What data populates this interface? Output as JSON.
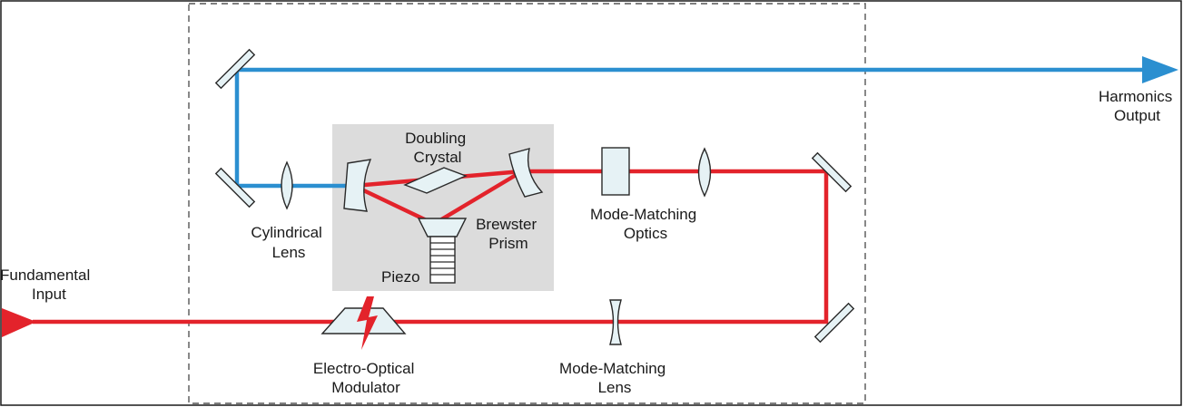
{
  "colors": {
    "fundamental_beam": "#e3232b",
    "harmonic_beam": "#2b8fd0",
    "enclosure_border": "#555555",
    "cavity_box": "#dcdcdc",
    "optic_fill": "#e6f2f5"
  },
  "labels": {
    "fundamental_input": [
      "Fundamental",
      "Input"
    ],
    "harmonics_output": [
      "Harmonics",
      "Output"
    ],
    "cylindrical_lens": [
      "Cylindrical",
      "Lens"
    ],
    "doubling_crystal": [
      "Doubling",
      "Crystal"
    ],
    "brewster_prism": [
      "Brewster",
      "Prism"
    ],
    "piezo": [
      "Piezo"
    ],
    "mode_matching_optics": [
      "Mode-Matching",
      "Optics"
    ],
    "electro_optical_modulator": [
      "Electro-Optical",
      "Modulator"
    ],
    "mode_matching_lens": [
      "Mode-Matching",
      "Lens"
    ]
  }
}
